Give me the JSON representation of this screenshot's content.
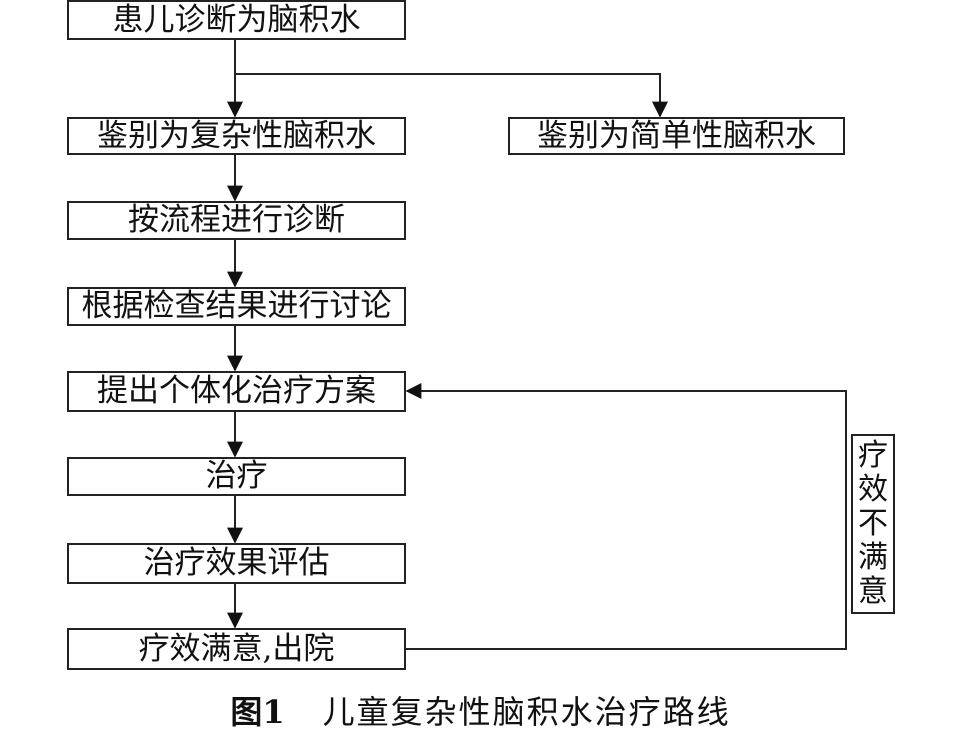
{
  "diagram": {
    "nodes": {
      "diagnosis": "患儿诊断为脑积水",
      "complex": "鉴别为复杂性脑积水",
      "simple": "鉴别为简单性脑积水",
      "process_diagnosis": "按流程进行诊断",
      "discussion": "根据检查结果进行讨论",
      "individual_plan": "提出个体化治疗方案",
      "treatment": "治疗",
      "evaluation": "治疗效果评估",
      "satisfied_discharge": "疗效满意,出院"
    },
    "loop_label": "疗效不满意",
    "edges": [
      {
        "from": "diagnosis",
        "to": "complex"
      },
      {
        "from": "diagnosis",
        "to": "simple"
      },
      {
        "from": "complex",
        "to": "process_diagnosis"
      },
      {
        "from": "process_diagnosis",
        "to": "discussion"
      },
      {
        "from": "discussion",
        "to": "individual_plan"
      },
      {
        "from": "individual_plan",
        "to": "treatment"
      },
      {
        "from": "treatment",
        "to": "evaluation"
      },
      {
        "from": "evaluation",
        "to": "satisfied_discharge"
      },
      {
        "from": "satisfied_discharge",
        "to": "individual_plan",
        "label": "疗效不满意"
      }
    ]
  },
  "caption": {
    "number": "图1",
    "title": "儿童复杂性脑积水治疗路线"
  }
}
